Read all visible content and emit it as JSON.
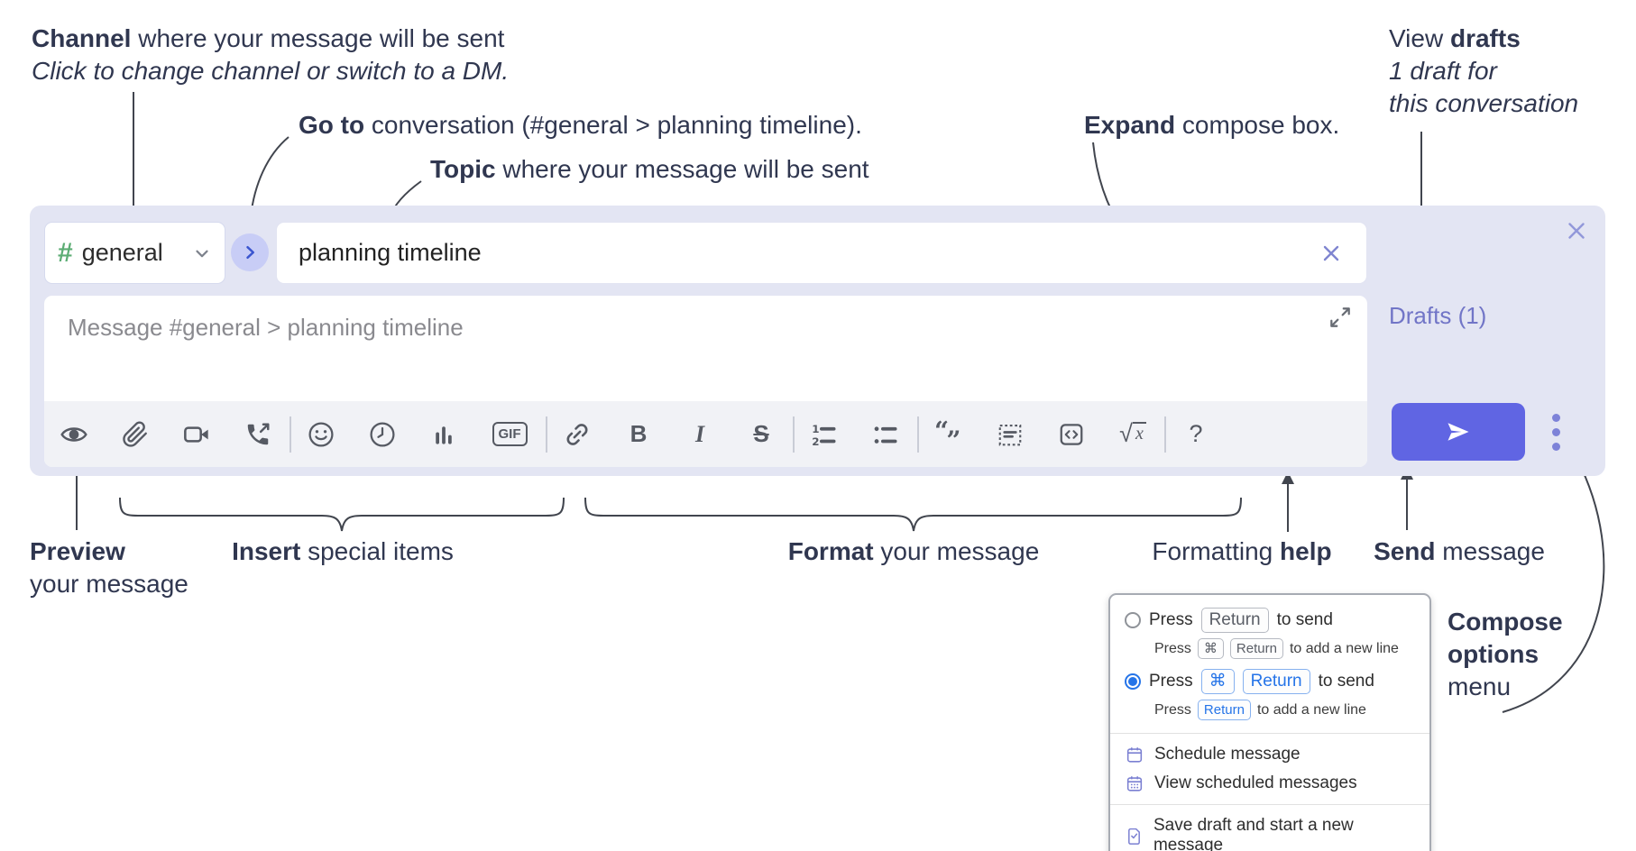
{
  "annotations": {
    "channel": {
      "bold": "Channel",
      "rest": " where your message will be sent",
      "line2": "Click to change channel or switch to a DM."
    },
    "go_to": {
      "bold": "Go to",
      "rest": " conversation (#general > planning timeline)."
    },
    "topic": {
      "bold": "Topic",
      "rest": " where your message will be sent"
    },
    "expand": {
      "bold": "Expand",
      "rest": " compose box."
    },
    "view_drafts": {
      "pre": "View ",
      "bold": "drafts",
      "line2": "1 draft for",
      "line3": "this conversation"
    },
    "preview": {
      "bold": "Preview",
      "line2": "your message"
    },
    "insert": {
      "bold": "Insert",
      "rest": " special items"
    },
    "format": {
      "bold": "Format",
      "rest": " your message"
    },
    "formatting_help": {
      "pre": "Formatting ",
      "bold": "help"
    },
    "send": {
      "bold": "Send",
      "rest": " message"
    },
    "compose_options": {
      "line1": "Compose",
      "line2": "options",
      "line3": "menu"
    }
  },
  "compose": {
    "channel_hash": "#",
    "channel_name": "general",
    "topic_value": "planning timeline",
    "message_placeholder": "Message #general > planning timeline",
    "drafts_label": "Drafts (1)"
  },
  "toolbar": {
    "gif_label": "GIF",
    "bold_label": "B",
    "italic_label": "I",
    "strike_label": "S",
    "sqrt_sign": "√",
    "math_x": "x",
    "help_label": "?"
  },
  "options_menu": {
    "press": "Press",
    "return_key": "Return",
    "cmd_key": "⌘",
    "to_send": "to send",
    "to_add_line": "to add a new line",
    "schedule": "Schedule message",
    "view_scheduled": "View scheduled messages",
    "save_draft": "Save draft and start a new message"
  },
  "colors": {
    "accent_indigo": "#6065e3",
    "compose_bg": "#e3e5f3",
    "link_purple": "#7175c7",
    "hash_green": "#5cad74",
    "key_blue": "#2574e8"
  }
}
